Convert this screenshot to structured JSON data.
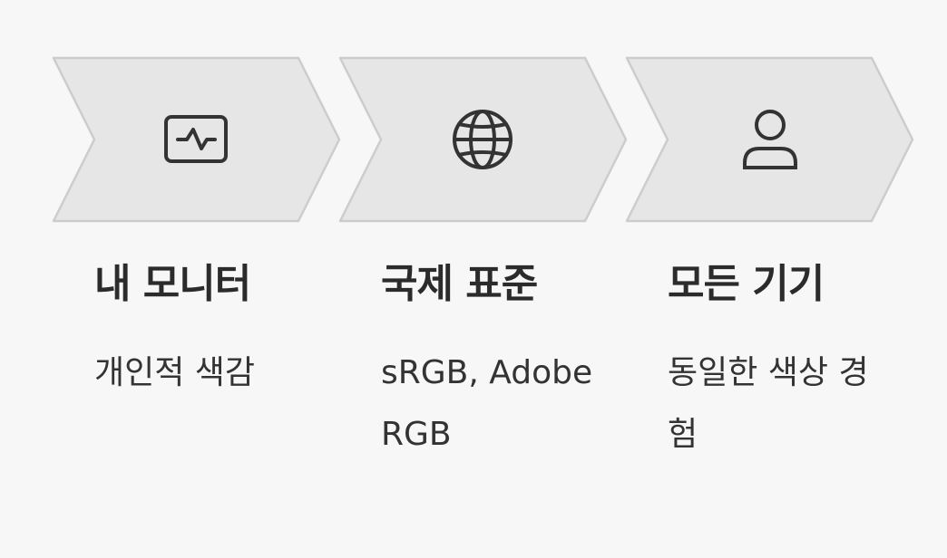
{
  "steps": [
    {
      "icon": "activity-monitor-icon",
      "title": "내 모니터",
      "desc": "개인적 색감"
    },
    {
      "icon": "globe-icon",
      "title": "국제 표준",
      "desc": "sRGB, Adobe RGB"
    },
    {
      "icon": "user-icon",
      "title": "모든 기기",
      "desc": "동일한 색상 경험"
    }
  ],
  "colors": {
    "chevron_fill": "#e6e6e6",
    "chevron_stroke": "#cccccc",
    "icon_stroke": "#333333",
    "text": "#2b2b2b",
    "background": "#f7f7f7"
  }
}
